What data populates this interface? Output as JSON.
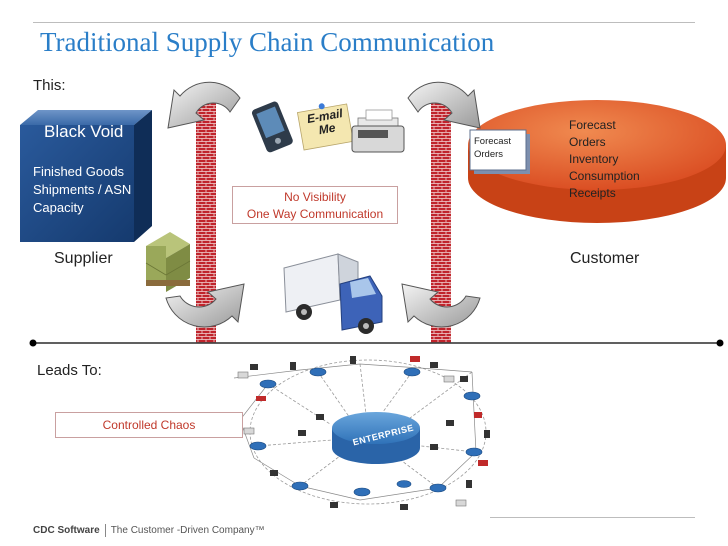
{
  "title": "Traditional Supply Chain Communication",
  "section_this": "This:",
  "section_leads_to": "Leads To:",
  "cube": {
    "title": "Black Void",
    "lines": [
      "Finished Goods",
      "Shipments / ASN",
      "Capacity"
    ]
  },
  "supplier_label": "Supplier",
  "customer_label": "Customer",
  "customer_list": [
    "Forecast",
    "Orders",
    "Inventory",
    "Consumption",
    "Receipts"
  ],
  "note_card": [
    "Forecast",
    "Orders"
  ],
  "email_note": [
    "E-mail",
    "Me"
  ],
  "no_visibility": [
    "No Visibility",
    "One Way Communication"
  ],
  "controlled_chaos": "Controlled Chaos",
  "enterprise_label": "ENTERPRISE",
  "footer": {
    "brand": "CDC Software",
    "tagline": "The Customer -Driven Company™"
  }
}
